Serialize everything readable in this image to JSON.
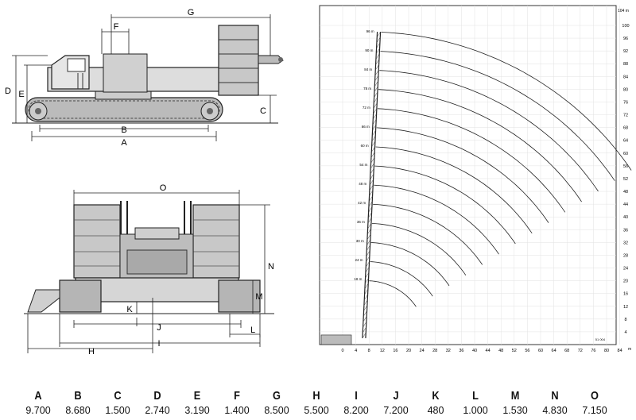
{
  "side_view": {
    "labels": {
      "A": "A",
      "B": "B",
      "C": "C",
      "D": "D",
      "E": "E",
      "F": "F",
      "G": "G"
    }
  },
  "rear_view": {
    "labels": {
      "H": "H",
      "I": "I",
      "J": "J",
      "K": "K",
      "L": "L",
      "M": "M",
      "N": "N",
      "O": "O"
    }
  },
  "range_chart": {
    "y_unit_top": "104 m",
    "x_unit": "m",
    "y_ticks": [
      "100",
      "96",
      "92",
      "88",
      "84",
      "80",
      "76",
      "72",
      "68",
      "64",
      "60",
      "56",
      "52",
      "48",
      "44",
      "40",
      "36",
      "32",
      "28",
      "24",
      "20",
      "16",
      "12",
      "8",
      "4"
    ],
    "x_ticks": [
      "0",
      "4",
      "8",
      "12",
      "16",
      "20",
      "24",
      "28",
      "32",
      "36",
      "40",
      "44",
      "48",
      "52",
      "56",
      "60",
      "64",
      "68",
      "72",
      "76",
      "80",
      "84"
    ],
    "boom_lengths": [
      "18 m",
      "24 m",
      "30 m",
      "36 m",
      "42 m",
      "48 m",
      "54 m",
      "60 m",
      "66 m",
      "72 m",
      "78 m",
      "84 m",
      "90 m",
      "96 m"
    ],
    "code": "51 004"
  },
  "dimensions": [
    {
      "letter": "A",
      "value": "9.700"
    },
    {
      "letter": "B",
      "value": "8.680"
    },
    {
      "letter": "C",
      "value": "1.500"
    },
    {
      "letter": "D",
      "value": "2.740"
    },
    {
      "letter": "E",
      "value": "3.190"
    },
    {
      "letter": "F",
      "value": "1.400"
    },
    {
      "letter": "G",
      "value": "8.500"
    },
    {
      "letter": "H",
      "value": "5.500"
    },
    {
      "letter": "I",
      "value": "8.200"
    },
    {
      "letter": "J",
      "value": "7.200"
    },
    {
      "letter": "K",
      "value": "480"
    },
    {
      "letter": "L",
      "value": "1.000"
    },
    {
      "letter": "M",
      "value": "1.530"
    },
    {
      "letter": "N",
      "value": "4.830"
    },
    {
      "letter": "O",
      "value": "7.150"
    }
  ]
}
